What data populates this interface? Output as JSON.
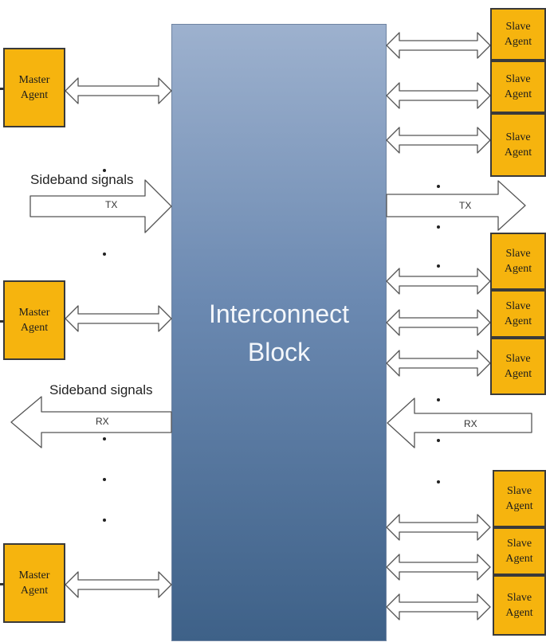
{
  "interconnect": {
    "line1": "Interconnect",
    "line2": "Block"
  },
  "masters": [
    {
      "line1": "Master",
      "line2": "Agent"
    },
    {
      "line1": "Master",
      "line2": "Agent"
    },
    {
      "line1": "Master",
      "line2": "Agent"
    }
  ],
  "slaves": [
    {
      "line1": "Slave",
      "line2": "Agent"
    },
    {
      "line1": "Slave",
      "line2": "Agent"
    },
    {
      "line1": "Slave",
      "line2": "Agent"
    },
    {
      "line1": "Slave",
      "line2": "Agent"
    },
    {
      "line1": "Slave",
      "line2": "Agent"
    },
    {
      "line1": "Slave",
      "line2": "Agent"
    },
    {
      "line1": "Slave",
      "line2": "Agent"
    },
    {
      "line1": "Slave",
      "line2": "Agent"
    },
    {
      "line1": "Slave",
      "line2": "Agent"
    }
  ],
  "sideband": {
    "tx_label": "Sideband signals",
    "rx_label": "Sideband signals"
  },
  "arrows": {
    "tx_left": "TX",
    "tx_right": "TX",
    "rx_left": "RX",
    "rx_right": "RX"
  },
  "colors": {
    "agent_fill": "#f6b40e",
    "block_top": "#9db1ce",
    "block_bottom": "#3e6188",
    "arrow_fill": "#ffffff"
  }
}
